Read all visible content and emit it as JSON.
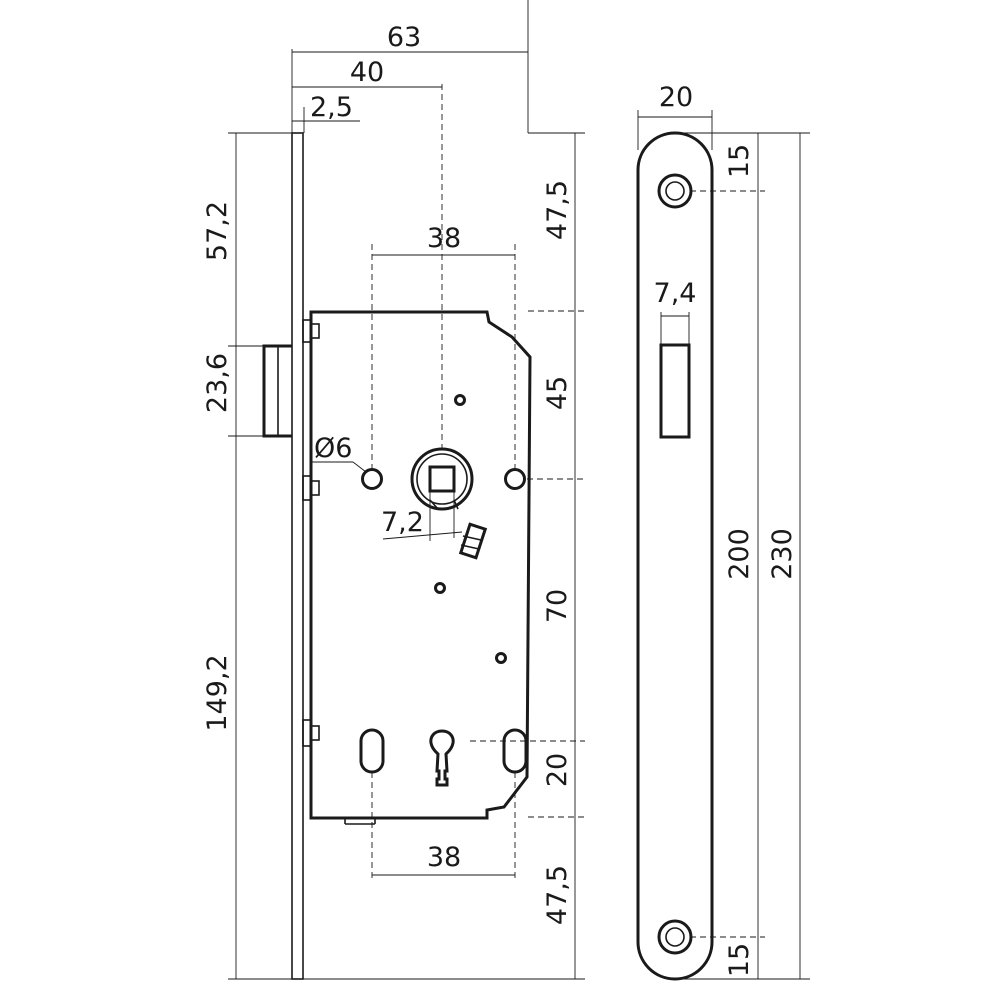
{
  "dimensions": {
    "width_total": "63",
    "backset": "40",
    "faceplate_thickness": "2,5",
    "offset_top": "57,2",
    "latch_height": "23,6",
    "offset_bottom": "149,2",
    "top_to_case": "47,5",
    "case_to_spindle": "45",
    "spindle_to_cylinder": "70",
    "cylinder_to_case": "20",
    "case_to_bottom": "47,5",
    "hole_spacing_top": "38",
    "hole_spacing_bottom": "38",
    "hole_diameter": "Ø6",
    "spindle_square": "7,2",
    "strike_width": "20",
    "strike_screw_top": "15",
    "strike_screw_bottom": "15",
    "strike_slot_width": "7,4",
    "strike_screw_spacing": "200",
    "strike_length": "230"
  }
}
